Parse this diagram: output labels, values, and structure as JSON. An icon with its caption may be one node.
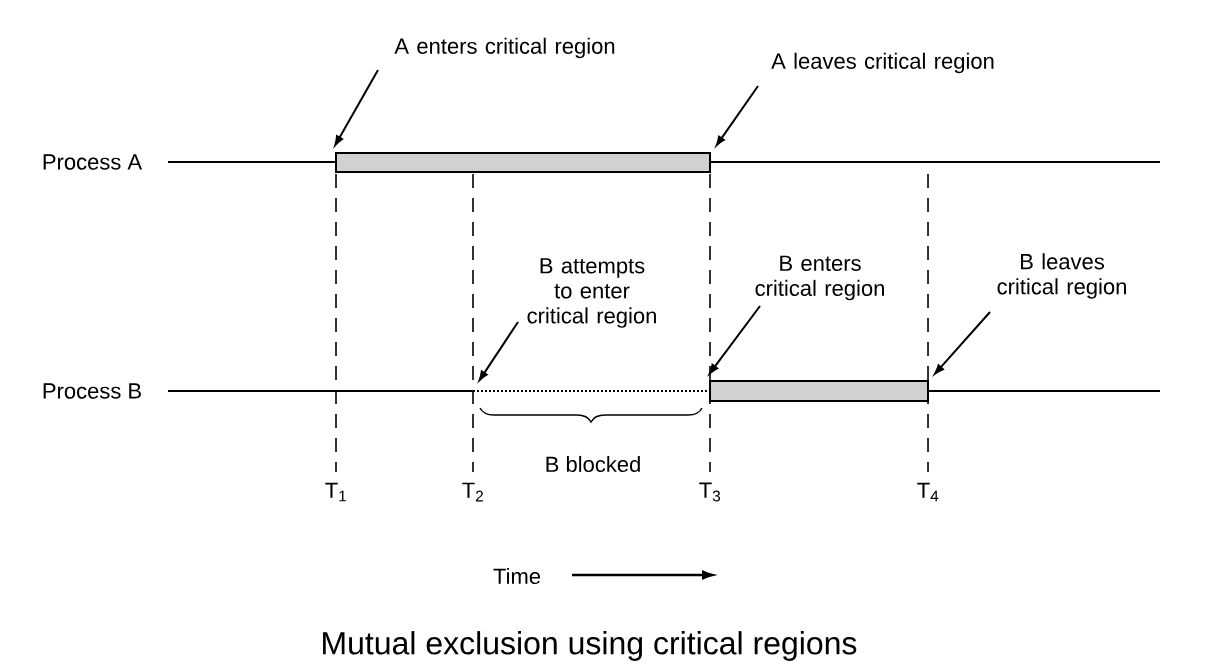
{
  "diagram": {
    "caption": "Mutual exclusion using critical regions",
    "nodes": [
      {
        "text": [
          "A enters critical region"
        ]
      },
      {
        "text": [
          "A leaves critical region"
        ]
      },
      {
        "text": [],
        "shape": "bar"
      },
      {
        "text": [
          "B attempts to enter critical region"
        ]
      },
      {
        "text": [
          "B enters critical region"
        ]
      },
      {
        "text": [
          "B leaves critical region"
        ]
      },
      {
        "text": [],
        "shape": "bar"
      }
    ],
    "edges": [
      {
        "from": 0,
        "to": 2,
        "arrow": "to"
      },
      {
        "from": 1,
        "to": 2,
        "arrow": "to"
      },
      {
        "from": 3,
        "to": null,
        "arrow": "to"
      },
      {
        "from": 4,
        "to": 6,
        "arrow": "to"
      },
      {
        "from": 5,
        "to": 6,
        "arrow": "to"
      }
    ],
    "labels": [
      "Process A",
      "Process B",
      "B blocked",
      "T$_{1}$",
      "T$_{2}$",
      "T$_{3}$",
      "T$_{4}$",
      "Time"
    ]
  }
}
